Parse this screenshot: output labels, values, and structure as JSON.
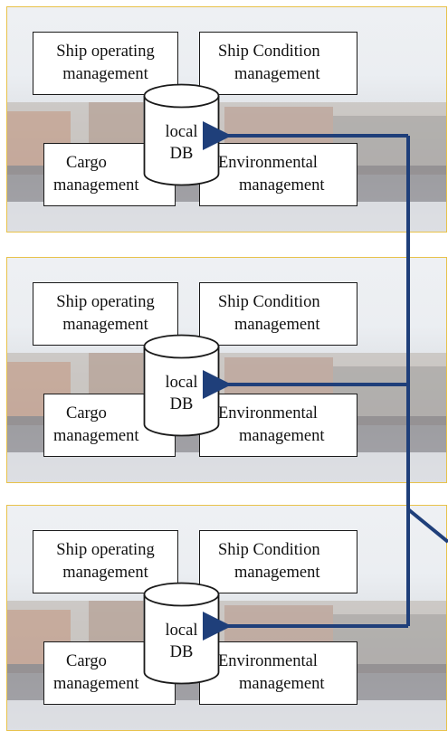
{
  "panels": [
    {
      "ship_operating": [
        "Ship operating",
        "management"
      ],
      "ship_condition": [
        "Ship Condition",
        "management"
      ],
      "cargo": [
        "Cargo",
        "management"
      ],
      "environmental": [
        "Environmental",
        "management"
      ],
      "db": [
        "local",
        "DB"
      ]
    },
    {
      "ship_operating": [
        "Ship operating",
        "management"
      ],
      "ship_condition": [
        "Ship Condition",
        "management"
      ],
      "cargo": [
        "Cargo",
        "management"
      ],
      "environmental": [
        "Environmental",
        "management"
      ],
      "db": [
        "local",
        "DB"
      ]
    },
    {
      "ship_operating": [
        "Ship operating",
        "management"
      ],
      "ship_condition": [
        "Ship Condition",
        "management"
      ],
      "cargo": [
        "Cargo",
        "management"
      ],
      "environmental": [
        "Environmental",
        "management"
      ],
      "db": [
        "local",
        "DB"
      ]
    }
  ],
  "colors": {
    "connector": "#1f3f7a",
    "panel_border": "#e8c24a"
  }
}
